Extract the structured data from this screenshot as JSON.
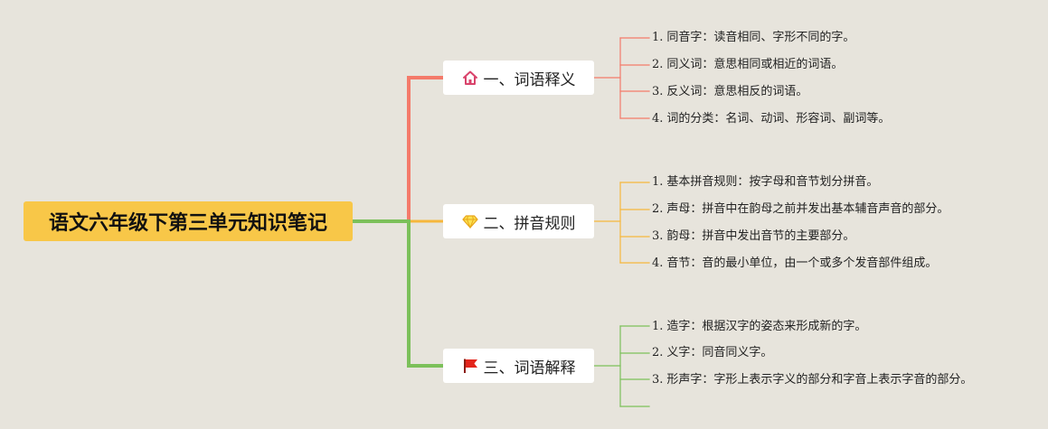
{
  "root": {
    "title": "语文六年级下第三单元知识笔记"
  },
  "branches": [
    {
      "label": "一、词语释义",
      "icon": "home-icon",
      "color": "#f47a6a",
      "leaves": [
        {
          "num": "1.",
          "text": "同音字：读音相同、字形不同的字。"
        },
        {
          "num": "2.",
          "text": "同义词：意思相同或相近的词语。"
        },
        {
          "num": "3.",
          "text": "反义词：意思相反的词语。"
        },
        {
          "num": "4.",
          "text": "词的分类：名词、动词、形容词、副词等。"
        }
      ]
    },
    {
      "label": "二、拼音规则",
      "icon": "diamond-icon",
      "color": "#f6b73c",
      "leaves": [
        {
          "num": "1.",
          "text": "基本拼音规则：按字母和音节划分拼音。"
        },
        {
          "num": "2.",
          "text": "声母：拼音中在韵母之前并发出基本辅音声音的部分。"
        },
        {
          "num": "3.",
          "text": "韵母：拼音中发出音节的主要部分。"
        },
        {
          "num": "4.",
          "text": "音节：音的最小单位，由一个或多个发音部件组成。"
        }
      ]
    },
    {
      "label": "三、词语解释",
      "icon": "flag-icon",
      "color": "#7cc05a",
      "leaves": [
        {
          "num": "1.",
          "text": "造字：根据汉字的姿态来形成新的字。"
        },
        {
          "num": "2.",
          "text": "义字：同音同义字。"
        },
        {
          "num": "3.",
          "text": "形声字：字形上表示字义的部分和字音上表示字音的部分。"
        }
      ]
    }
  ]
}
